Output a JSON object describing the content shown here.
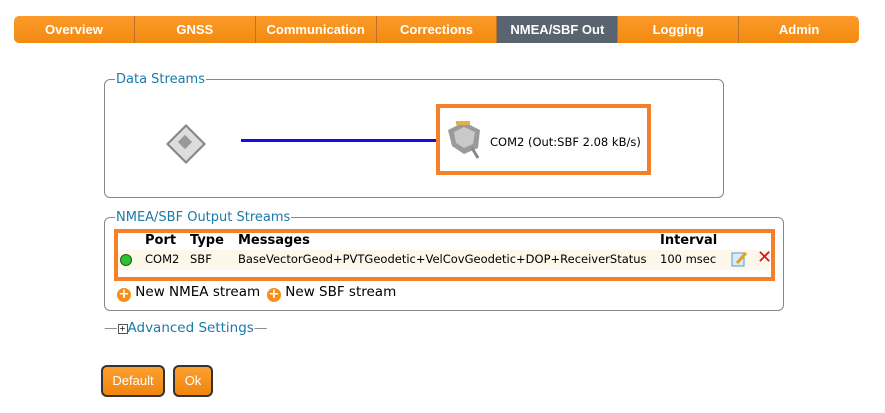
{
  "tabs": [
    "Overview",
    "GNSS",
    "Communication",
    "Corrections",
    "NMEA/SBF Out",
    "Logging",
    "Admin"
  ],
  "active_tab": "NMEA/SBF Out",
  "data_streams": {
    "legend": "Data Streams",
    "port_label": "COM2 (Out:SBF 2.08 kB/s)"
  },
  "output_streams": {
    "legend": "NMEA/SBF Output Streams",
    "headers": {
      "port": "Port",
      "type": "Type",
      "messages": "Messages",
      "interval": "Interval"
    },
    "rows": [
      {
        "status": "active",
        "port": "COM2",
        "type": "SBF",
        "messages": "BaseVectorGeod+PVTGeodetic+VelCovGeodetic+DOP+ReceiverStatus",
        "interval": "100 msec"
      }
    ],
    "new_nmea": "New NMEA stream",
    "new_sbf": "New SBF stream"
  },
  "advanced": "Advanced Settings",
  "buttons": {
    "default": "Default",
    "ok": "Ok"
  }
}
